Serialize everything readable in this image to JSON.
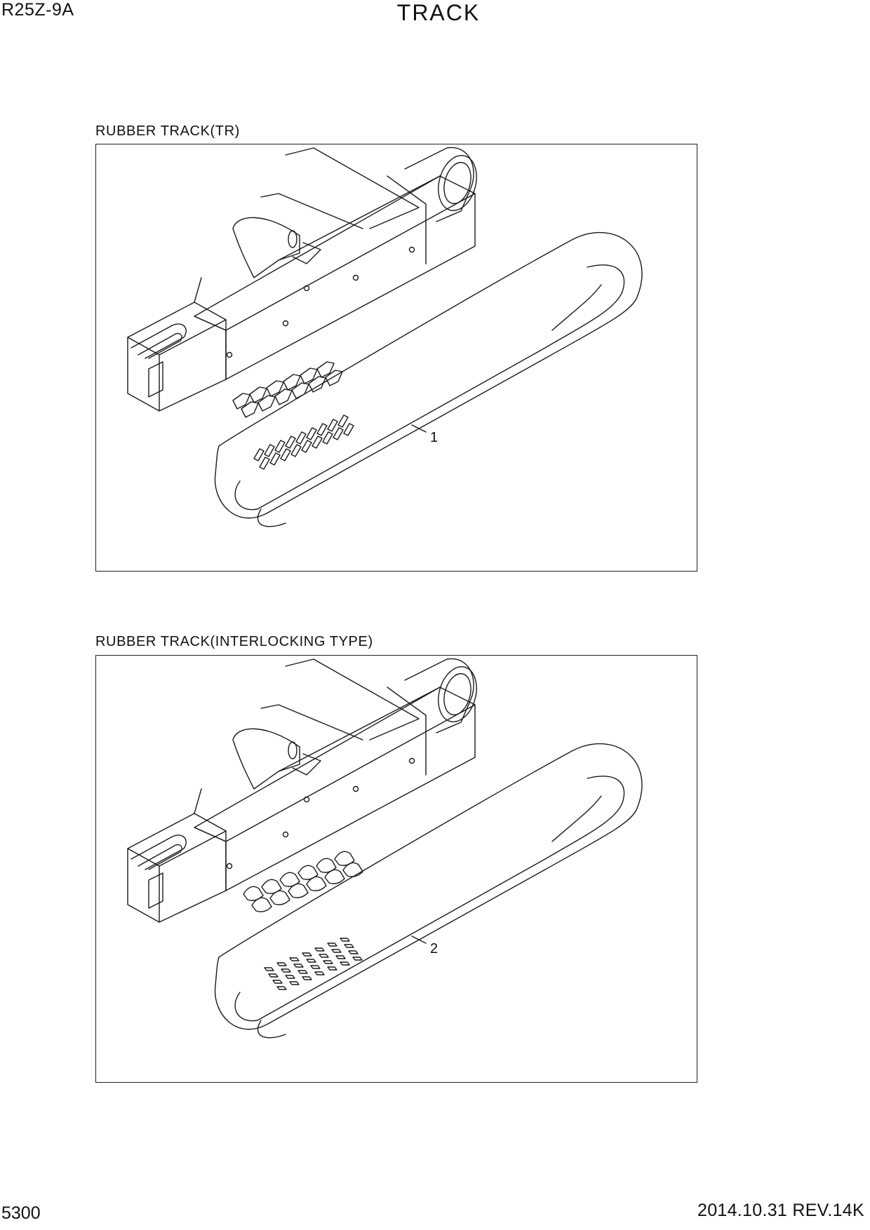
{
  "header": {
    "model": "R25Z-9A",
    "title": "TRACK"
  },
  "figures": [
    {
      "caption": "RUBBER TRACK(TR)",
      "callout": "1",
      "tread": "tr"
    },
    {
      "caption": "RUBBER TRACK(INTERLOCKING TYPE)",
      "callout": "2",
      "tread": "interlocking"
    }
  ],
  "footer": {
    "page_number": "5300",
    "revision": "2014.10.31  REV.14K"
  },
  "colors": {
    "line": "#1a1a1a",
    "background": "#ffffff"
  }
}
